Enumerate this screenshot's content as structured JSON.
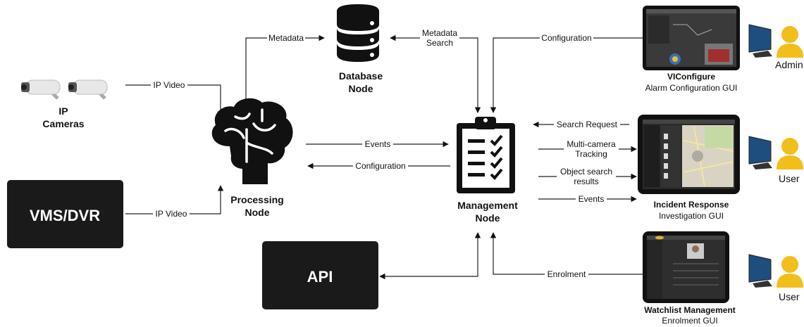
{
  "nodes": {
    "database": "Database\nNode",
    "processing": "Processing\nNode",
    "management": "Management\nNode",
    "ip_cameras": "IP\nCameras",
    "vms_dvr": "VMS/DVR",
    "api": "API"
  },
  "edges": {
    "metadata": "Metadata",
    "metadata_search": "Metadata\nSearch",
    "configuration_top": "Configuration",
    "ip_video_cam": "IP Video",
    "ip_video_vms": "IP Video",
    "events_pm": "Events",
    "configuration_mp": "Configuration",
    "search_request": "Search Request",
    "multi_camera": "Multi-camera\nTracking",
    "object_search": "Object search\nresults",
    "events_out": "Events",
    "enrolment": "Enrolment"
  },
  "guis": {
    "viconfigure_title": "VIConfigure",
    "viconfigure_sub": "Alarm Configuration GUI",
    "incident_title": "Incident Response",
    "incident_sub": "Investigation GUI",
    "watchlist_title": "Watchlist Management",
    "watchlist_sub": "Enrolment GUI"
  },
  "users": {
    "admin": "Admin",
    "user1": "User",
    "user2": "User"
  }
}
